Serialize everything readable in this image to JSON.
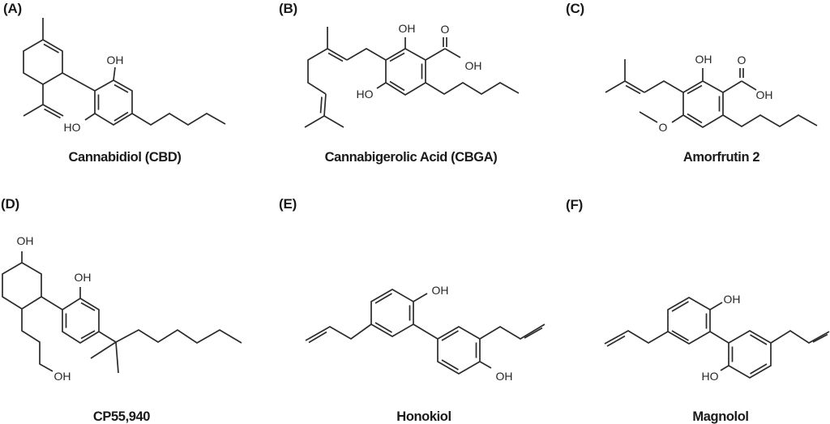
{
  "colors": {
    "background": "#ffffff",
    "bond": "#2b2b2b",
    "label": "#1a1a1a"
  },
  "panels": [
    {
      "letter": "(A)",
      "name": "Cannabidiol (CBD)",
      "atom_labels": [
        "OH",
        "HO"
      ]
    },
    {
      "letter": "(B)",
      "name": "Cannabigerolic Acid (CBGA)",
      "atom_labels": [
        "OH",
        "O",
        "OH",
        "HO"
      ]
    },
    {
      "letter": "(C)",
      "name": "Amorfrutin 2",
      "atom_labels": [
        "OH",
        "O",
        "OH",
        "O"
      ]
    },
    {
      "letter": "(D)",
      "name": "CP55,940",
      "atom_labels": [
        "OH",
        "OH",
        "OH"
      ]
    },
    {
      "letter": "(E)",
      "name": "Honokiol",
      "atom_labels": [
        "OH",
        "OH"
      ]
    },
    {
      "letter": "(F)",
      "name": "Magnolol",
      "atom_labels": [
        "OH",
        "HO"
      ]
    }
  ]
}
